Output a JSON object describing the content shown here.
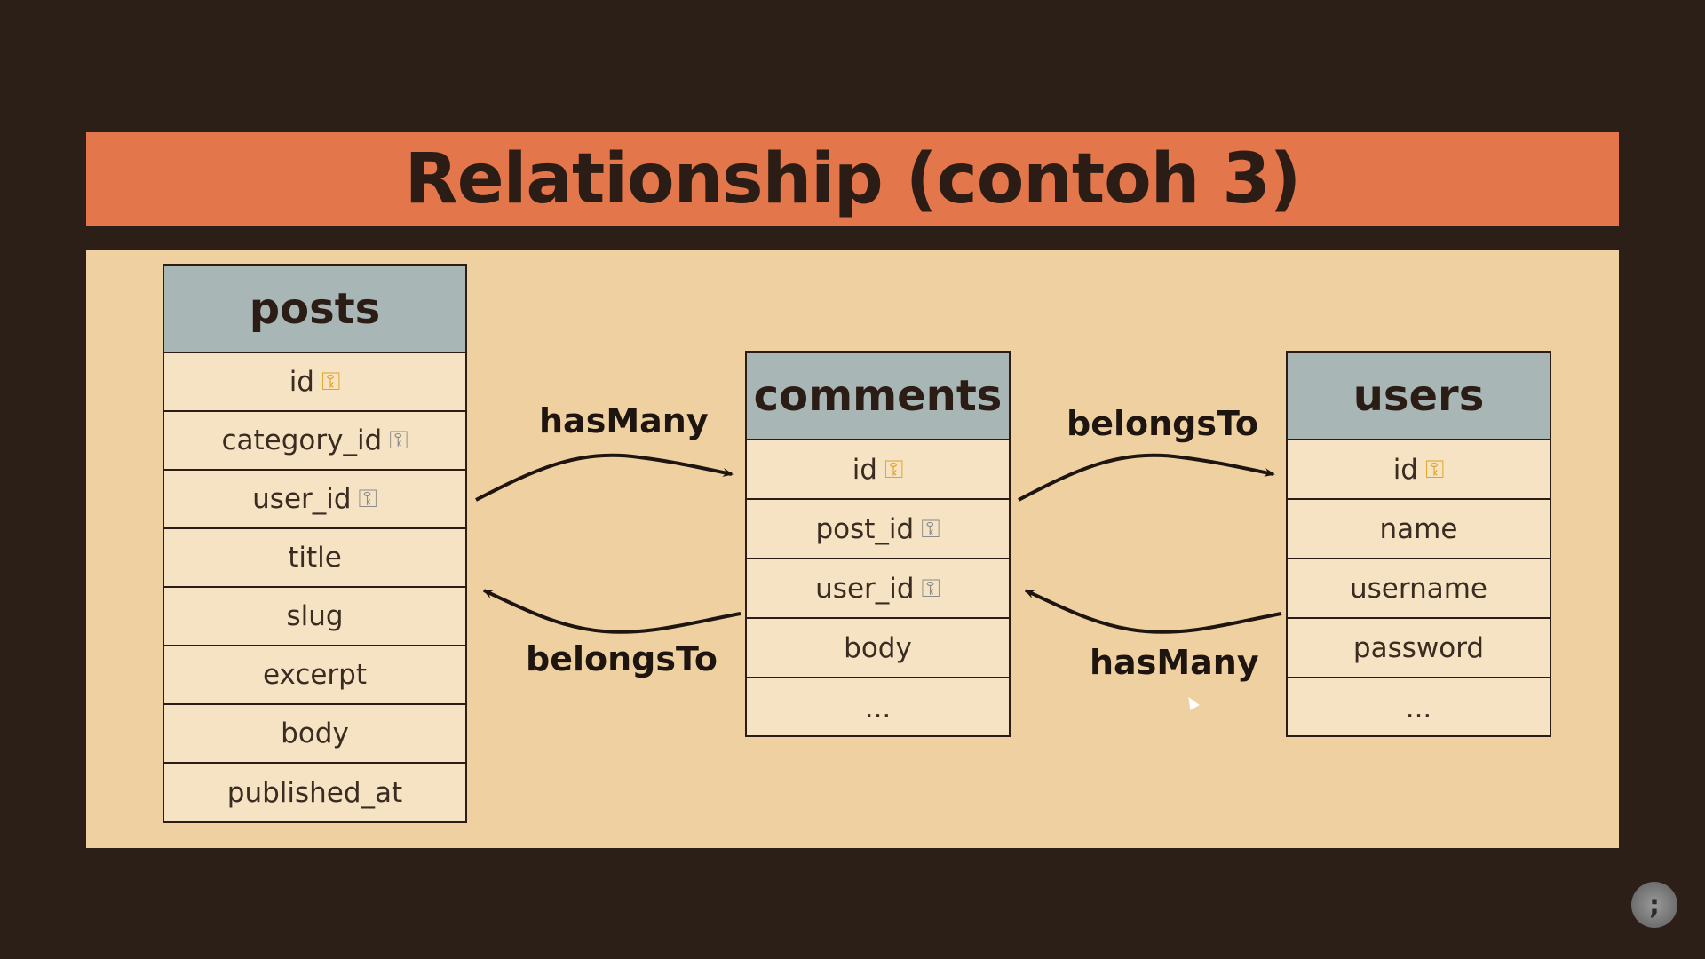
{
  "title": "Relationship (contoh 3)",
  "tables": {
    "posts": {
      "name": "posts",
      "fields": [
        {
          "label": "id",
          "key": "primary"
        },
        {
          "label": "category_id",
          "key": "foreign"
        },
        {
          "label": "user_id",
          "key": "foreign"
        },
        {
          "label": "title",
          "key": ""
        },
        {
          "label": "slug",
          "key": ""
        },
        {
          "label": "excerpt",
          "key": ""
        },
        {
          "label": "body",
          "key": ""
        },
        {
          "label": "published_at",
          "key": ""
        }
      ]
    },
    "comments": {
      "name": "comments",
      "fields": [
        {
          "label": "id",
          "key": "primary"
        },
        {
          "label": "post_id",
          "key": "foreign"
        },
        {
          "label": "user_id",
          "key": "foreign"
        },
        {
          "label": "body",
          "key": ""
        },
        {
          "label": "...",
          "key": ""
        }
      ]
    },
    "users": {
      "name": "users",
      "fields": [
        {
          "label": "id",
          "key": "primary"
        },
        {
          "label": "name",
          "key": ""
        },
        {
          "label": "username",
          "key": ""
        },
        {
          "label": "password",
          "key": ""
        },
        {
          "label": "...",
          "key": ""
        }
      ]
    }
  },
  "relations": {
    "posts_to_comments": "hasMany",
    "comments_to_posts": "belongsTo",
    "comments_to_users": "belongsTo",
    "users_to_comments": "hasMany"
  },
  "colors": {
    "title_bar": "#e3764a",
    "panel": "#efd1a1",
    "table_header": "#a8b7b6",
    "table_row": "#f5e3c4",
    "primary_key_icon": "#e3a21f",
    "foreign_key_icon": "#8a8a8a"
  },
  "icons": {
    "primary": "key-primary-icon",
    "foreign": "key-foreign-icon"
  }
}
